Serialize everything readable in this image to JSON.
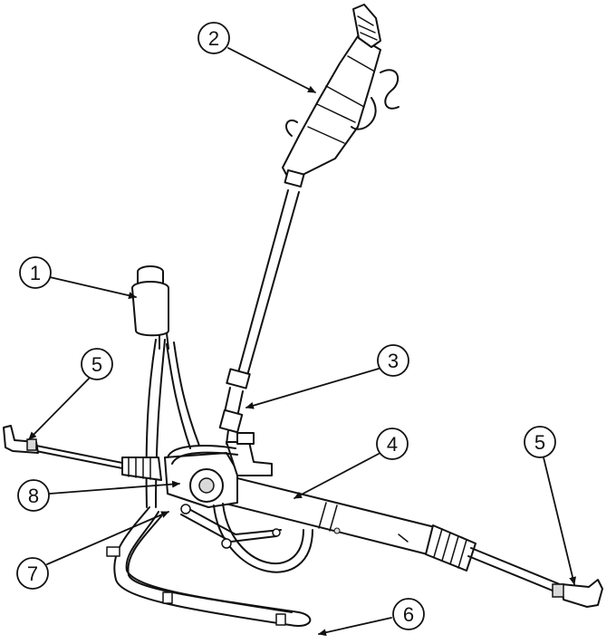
{
  "diagram": {
    "callouts": [
      {
        "id": "c1",
        "label": "1"
      },
      {
        "id": "c2",
        "label": "2"
      },
      {
        "id": "c3",
        "label": "3"
      },
      {
        "id": "c4",
        "label": "4"
      },
      {
        "id": "c5a",
        "label": "5"
      },
      {
        "id": "c5b",
        "label": "5"
      },
      {
        "id": "c6",
        "label": "6"
      },
      {
        "id": "c7",
        "label": "7"
      },
      {
        "id": "c8",
        "label": "8"
      }
    ],
    "colors": {
      "ink": "#111111",
      "background": "#ffffff",
      "shade": "#d9d9d9"
    }
  }
}
